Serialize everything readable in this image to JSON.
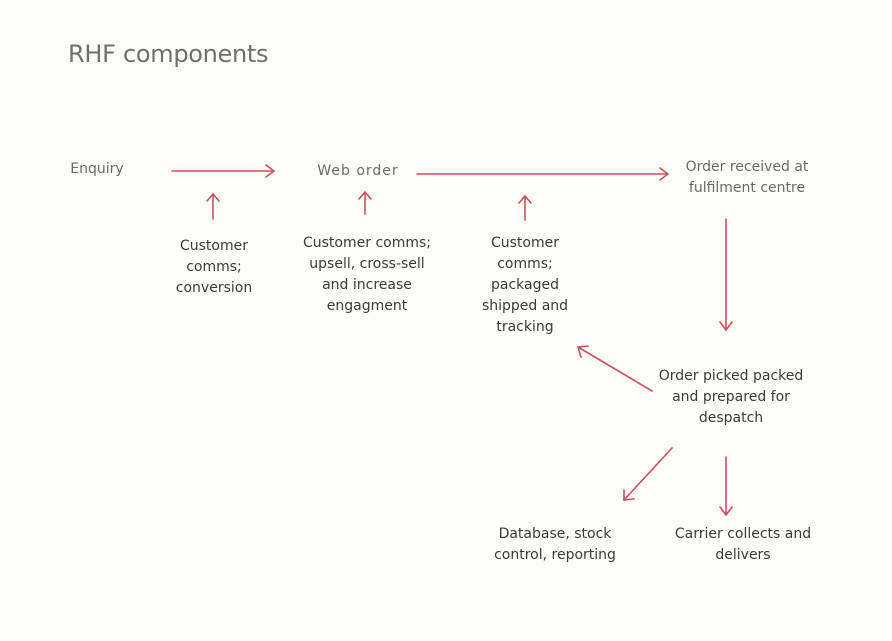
{
  "title": "RHF components",
  "nodes": {
    "enquiry": "Enquiry",
    "web_order": "Web order",
    "order_received": "Order received at\nfulfilment centre",
    "comms_conversion": "Customer\ncomms;\nconversion",
    "comms_upsell": "Customer comms;\nupsell, cross-sell\nand increase\nengagment",
    "comms_tracking": "Customer\ncomms;\npackaged\nshipped and\ntracking",
    "order_picked": "Order picked packed\nand prepared for\ndespatch",
    "database": "Database, stock\ncontrol, reporting",
    "carrier": "Carrier collects and\ndelivers"
  },
  "colors": {
    "arrow": "#c9505e",
    "background": "#fdfdf8",
    "text": "#3a3a3a",
    "title": "#6f6f6f"
  }
}
